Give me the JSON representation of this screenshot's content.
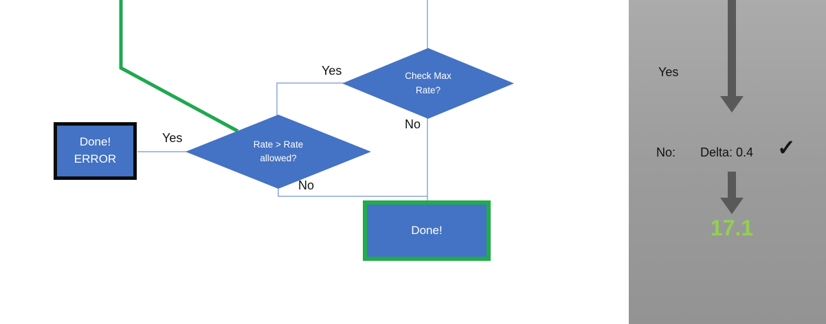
{
  "flowchart": {
    "diamond_check_max": {
      "line1": "Check Max",
      "line2": "Rate?"
    },
    "diamond_rate_allowed": {
      "line1": "Rate > Rate",
      "line2": "allowed?"
    },
    "box_done_error": {
      "line1": "Done!",
      "line2": "ERROR"
    },
    "box_done": {
      "label": "Done!"
    },
    "label_yes_top": "Yes",
    "label_no_top": "No",
    "label_yes_left": "Yes",
    "label_no_bottom": "No"
  },
  "panel": {
    "label_yes": "Yes",
    "label_no": "No:",
    "label_delta": "Delta: 0.4",
    "check_glyph": "✓",
    "result": "17.1"
  },
  "colors": {
    "shape_blue": "#4472C4",
    "connector_blue": "#8CA5D8",
    "highlight_green": "#1FA84F",
    "done_border_green": "#21AC4B",
    "result_green": "#92D050",
    "arrow_gray": "#595959",
    "error_border_black": "#0A0A0A",
    "panel_gray_top": "#ABABAB",
    "panel_gray_bottom": "#939393"
  }
}
